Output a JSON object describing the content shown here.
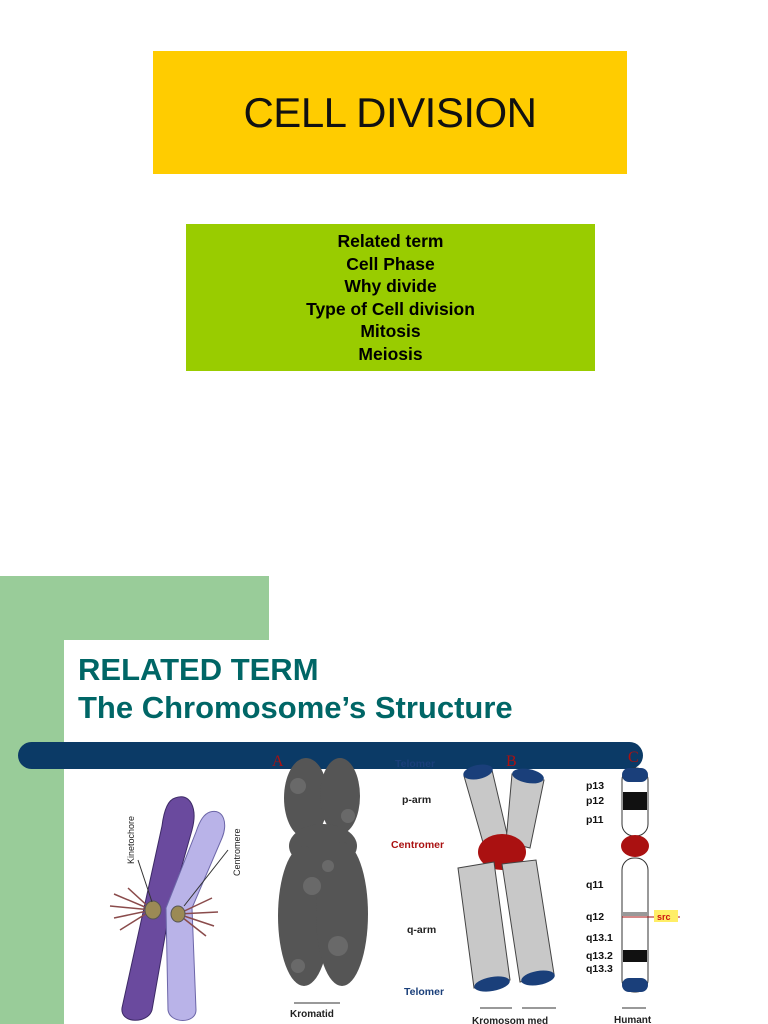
{
  "slide1": {
    "title": "CELL DIVISION",
    "topics": [
      "Related term",
      "Cell Phase",
      "Why divide",
      "Type of Cell division",
      "Mitosis",
      "Meiosis"
    ]
  },
  "slide2": {
    "heading_line1": "RELATED TERM",
    "heading_line2": "The Chromosome’s Structure",
    "figure": {
      "left_labels": {
        "kinetochore": "Kinetochore",
        "centromere": "Centromere"
      },
      "panel_letters": {
        "a": "A",
        "b": "B",
        "c": "C"
      },
      "labels": {
        "telomer_top": "Telomer",
        "p_arm": "p-arm",
        "centromer": "Centromer",
        "q_arm": "q-arm",
        "telomer_bottom": "Telomer",
        "kromatid": "Kromatid",
        "kromosom": "Kromosom med",
        "humant": "Humant",
        "src": "src"
      },
      "bands": [
        "p13",
        "p12",
        "p11",
        "q11",
        "q12",
        "q13.1",
        "q13.2",
        "q13.3"
      ]
    },
    "colors": {
      "heading": "#006666",
      "bar": "#0b3a66",
      "panel": "#99cc99",
      "centromer": "#aa1111"
    }
  }
}
